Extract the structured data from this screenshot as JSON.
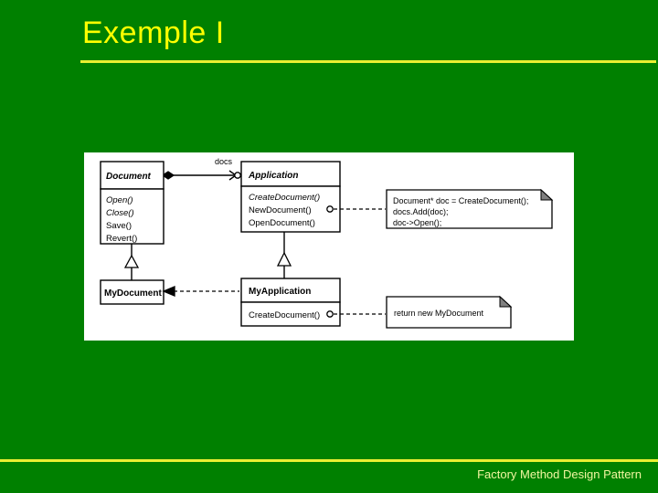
{
  "slide": {
    "title": "Exemple I",
    "footer": "Factory Method Design Pattern",
    "colors": {
      "background": "#008000",
      "title_text": "#ffff00",
      "rule": "#e8ef32",
      "footer_text": "#f2f5a0",
      "panel_background": "#ffffff",
      "diagram_stroke": "#000000",
      "note_fold": "#808080"
    }
  },
  "diagram": {
    "kind": "uml-class-diagram",
    "classes": [
      {
        "id": "document",
        "name": "Document",
        "abstract": true,
        "operations": [
          "Open()",
          "Close()",
          "Save()",
          "Revert()"
        ],
        "abstract_operations": [
          "Open()",
          "Close()"
        ]
      },
      {
        "id": "application",
        "name": "Application",
        "abstract": true,
        "operations": [
          "CreateDocument()",
          "NewDocument()",
          "OpenDocument()"
        ],
        "abstract_operations": [
          "CreateDocument()"
        ]
      },
      {
        "id": "mydocument",
        "name": "MyDocument",
        "abstract": false,
        "operations": []
      },
      {
        "id": "myapplication",
        "name": "MyApplication",
        "abstract": false,
        "operations": [
          "CreateDocument()"
        ]
      }
    ],
    "association_label": "docs",
    "relations": [
      {
        "type": "aggregation",
        "from": "application",
        "to": "document",
        "label": "docs"
      },
      {
        "type": "generalization",
        "from": "mydocument",
        "to": "document"
      },
      {
        "type": "generalization",
        "from": "myapplication",
        "to": "application"
      },
      {
        "type": "dependency",
        "from": "myapplication",
        "to": "mydocument"
      }
    ],
    "notes": [
      {
        "id": "note-newdocument",
        "attached_to": "application.NewDocument()",
        "lines": [
          "Document* doc = CreateDocument();",
          "docs.Add(doc);",
          "doc->Open();"
        ]
      },
      {
        "id": "note-createdocument",
        "attached_to": "myapplication.CreateDocument()",
        "lines": [
          "return new MyDocument"
        ]
      }
    ]
  }
}
